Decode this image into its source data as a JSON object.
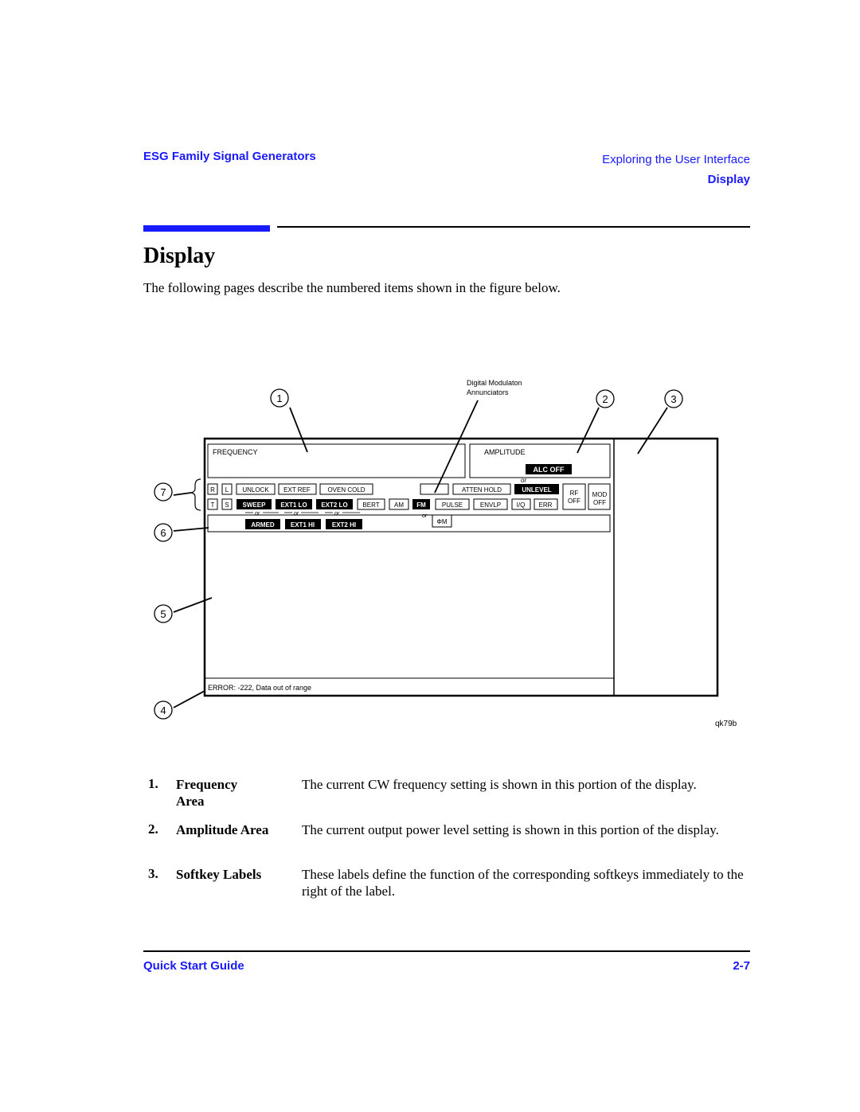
{
  "header": {
    "left": "ESG Family Signal Generators",
    "right_top": "Exploring the User Interface",
    "right_sub": "Display"
  },
  "title": "Display",
  "intro": "The following pages describe the numbered items shown in the figure below.",
  "figure": {
    "callouts": [
      "1",
      "2",
      "3",
      "4",
      "5",
      "6",
      "7"
    ],
    "digital_mod_label_1": "Digital Modulaton",
    "digital_mod_label_2": "Annunciators",
    "frequency_label": "FREQUENCY",
    "amplitude_label": "AMPLITUDE",
    "alc_off": "ALC OFF",
    "or": "or",
    "row1": [
      "R",
      "L",
      "UNLOCK",
      "EXT REF",
      "OVEN COLD"
    ],
    "atten_hold": "ATTEN HOLD",
    "unlevel": "UNLEVEL",
    "rf": "RF",
    "rf_off": "OFF",
    "mod": "MOD",
    "mod_off": "OFF",
    "row2": [
      "T",
      "S",
      "SWEEP",
      "EXT1 LO",
      "EXT2 LO",
      "BERT",
      "AM",
      "FM",
      "PULSE",
      "ENVLP",
      "I/Q",
      "ERR"
    ],
    "row3": [
      "ARMED",
      "EXT1 HI",
      "EXT2 HI"
    ],
    "phim": "ΦM",
    "error_text": "ERROR: -222, Data out of range",
    "caption": "qk79b"
  },
  "items": [
    {
      "num": "1.",
      "term": "Frequency Area",
      "desc": "The current CW frequency setting is shown in this portion of the display."
    },
    {
      "num": "2.",
      "term": "Amplitude Area",
      "desc": "The current output power level setting is shown in this portion of the display."
    },
    {
      "num": "3.",
      "term": "Softkey Labels",
      "desc": "These labels define the function of the corresponding softkeys immediately to the right of the label."
    }
  ],
  "footer": {
    "left": "Quick Start Guide",
    "right": "2-7"
  }
}
